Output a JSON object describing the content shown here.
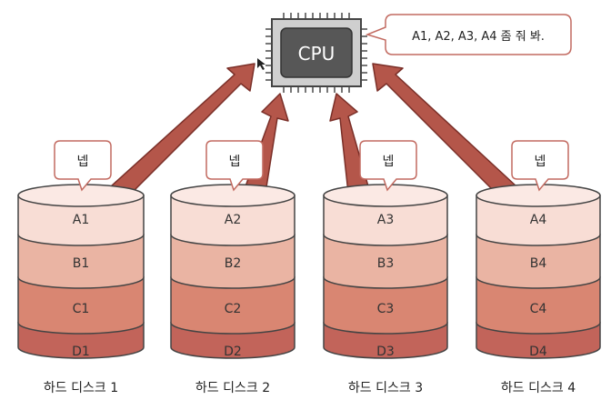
{
  "cpu": {
    "label": "CPU"
  },
  "request_bubble": {
    "text": "A1, A2, A3, A4 좀 줘 봐."
  },
  "disks": [
    {
      "name": "하드 디스크 1",
      "reply": "넵",
      "blocks": [
        "A1",
        "B1",
        "C1",
        "D1"
      ]
    },
    {
      "name": "하드 디스크 2",
      "reply": "넵",
      "blocks": [
        "A2",
        "B2",
        "C2",
        "D2"
      ]
    },
    {
      "name": "하드 디스크 3",
      "reply": "넵",
      "blocks": [
        "A3",
        "B3",
        "C3",
        "D3"
      ]
    },
    {
      "name": "하드 디스크 4",
      "reply": "넵",
      "blocks": [
        "A4",
        "B4",
        "C4",
        "D4"
      ]
    }
  ],
  "colors": {
    "arrow": "#b4564a",
    "arrow_stroke": "#7a2f28",
    "layer_a": "#f8ddd5",
    "layer_b": "#eab4a3",
    "layer_c": "#d98672",
    "layer_d": "#c2645a",
    "cpu_body": "#575757",
    "cpu_frame": "#cfcfcf"
  }
}
